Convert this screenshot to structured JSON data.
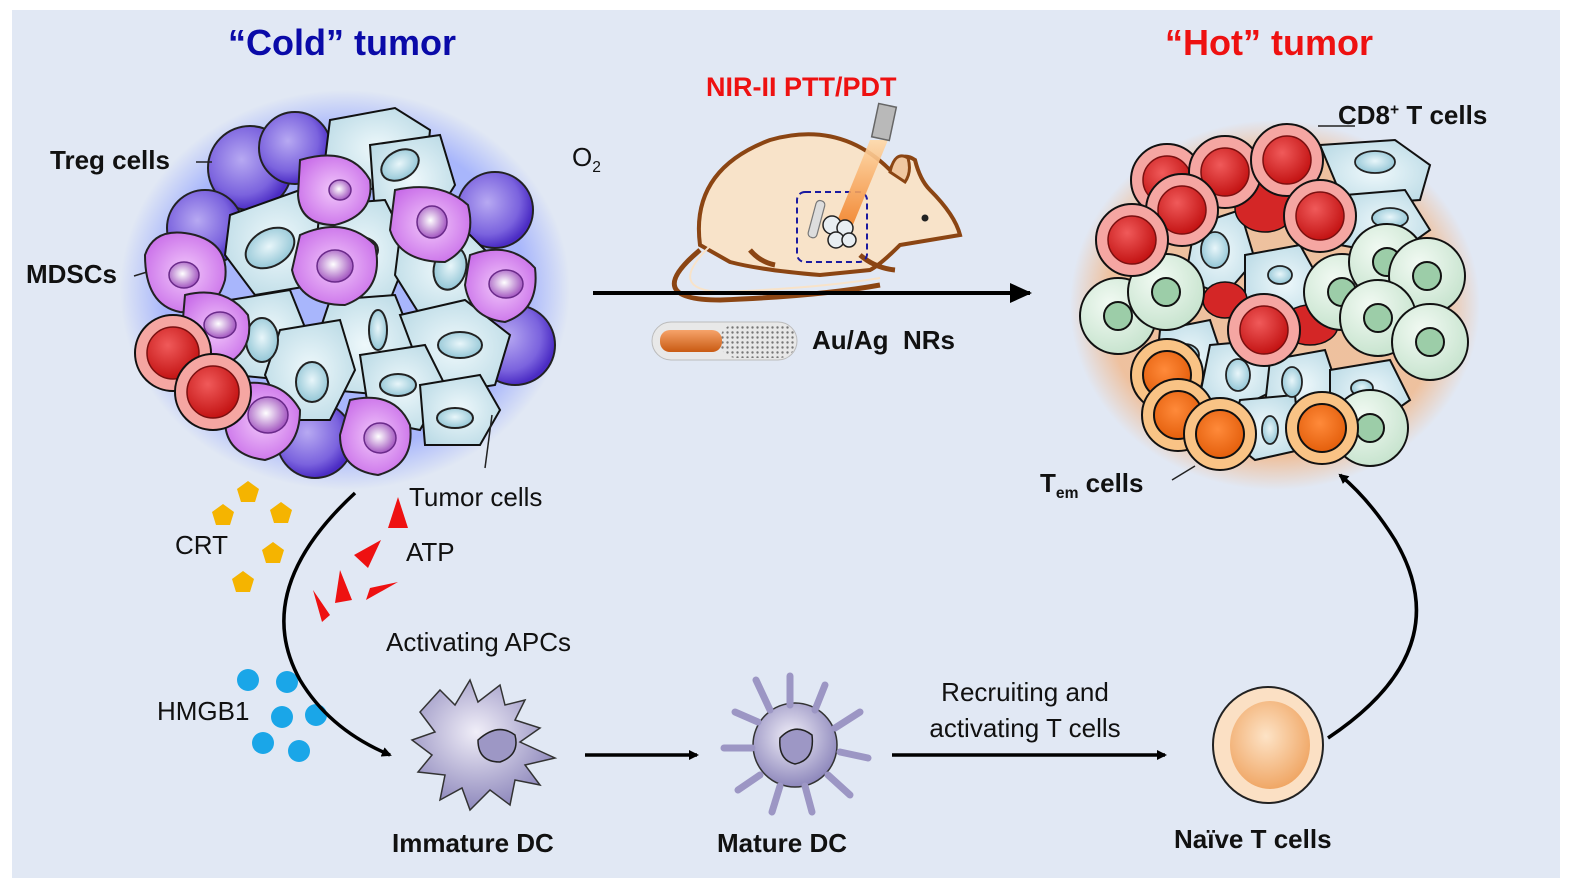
{
  "titles": {
    "cold": "“Cold” tumor",
    "hot": "“Hot” tumor",
    "treatment": "NIR-II PTT/PDT"
  },
  "colors": {
    "cold_title": "#0a0aa8",
    "hot_title": "#ee1111",
    "treatment": "#ee1111",
    "background": "#e1e8f4",
    "treg": "#6a4fd8",
    "mdsc": "#cc77ee",
    "tumor_cell": "#cfe6ee",
    "cd8": "#dd2222",
    "tem": "#f07a1e",
    "green_cell": "#d8ecdc",
    "crt": "#f5b400",
    "atp": "#ee1111",
    "hmgb1": "#1aa6e8",
    "dc": "#9c96c4",
    "naive_t": "#f5c08c"
  },
  "labels": {
    "treg": "Treg cells",
    "mdsc": "MDSCs",
    "tumor_cells": "Tumor cells",
    "o2_base": "O",
    "o2_sub": "2",
    "nanorods": "Au/Ag  NRs",
    "cd8_main": "CD8",
    "cd8_sup": "+",
    "cd8_rest": " T cells",
    "tem_main": "T",
    "tem_sub": "em",
    "tem_rest": " cells",
    "crt": "CRT",
    "atp": "ATP",
    "hmgb1": "HMGB1",
    "activating_apcs": "Activating APCs",
    "immature_dc": "Immature DC",
    "mature_dc": "Mature DC",
    "recruiting_line1": "Recruiting and",
    "recruiting_line2": "activating T cells",
    "naive_t": "Naïve T cells"
  },
  "flow": [
    {
      "from": "Cold tumor",
      "to": "Hot tumor",
      "via": "NIR-II PTT/PDT + Au/Ag NRs"
    },
    {
      "from": "Cold tumor",
      "to": "Immature DC",
      "via": "CRT, ATP, HMGB1"
    },
    {
      "from": "Immature DC",
      "to": "Mature DC",
      "via": "Activating APCs"
    },
    {
      "from": "Mature DC",
      "to": "Naïve T cells",
      "via": "Recruiting and activating T cells"
    },
    {
      "from": "Naïve T cells",
      "to": "Hot tumor",
      "via": ""
    }
  ]
}
